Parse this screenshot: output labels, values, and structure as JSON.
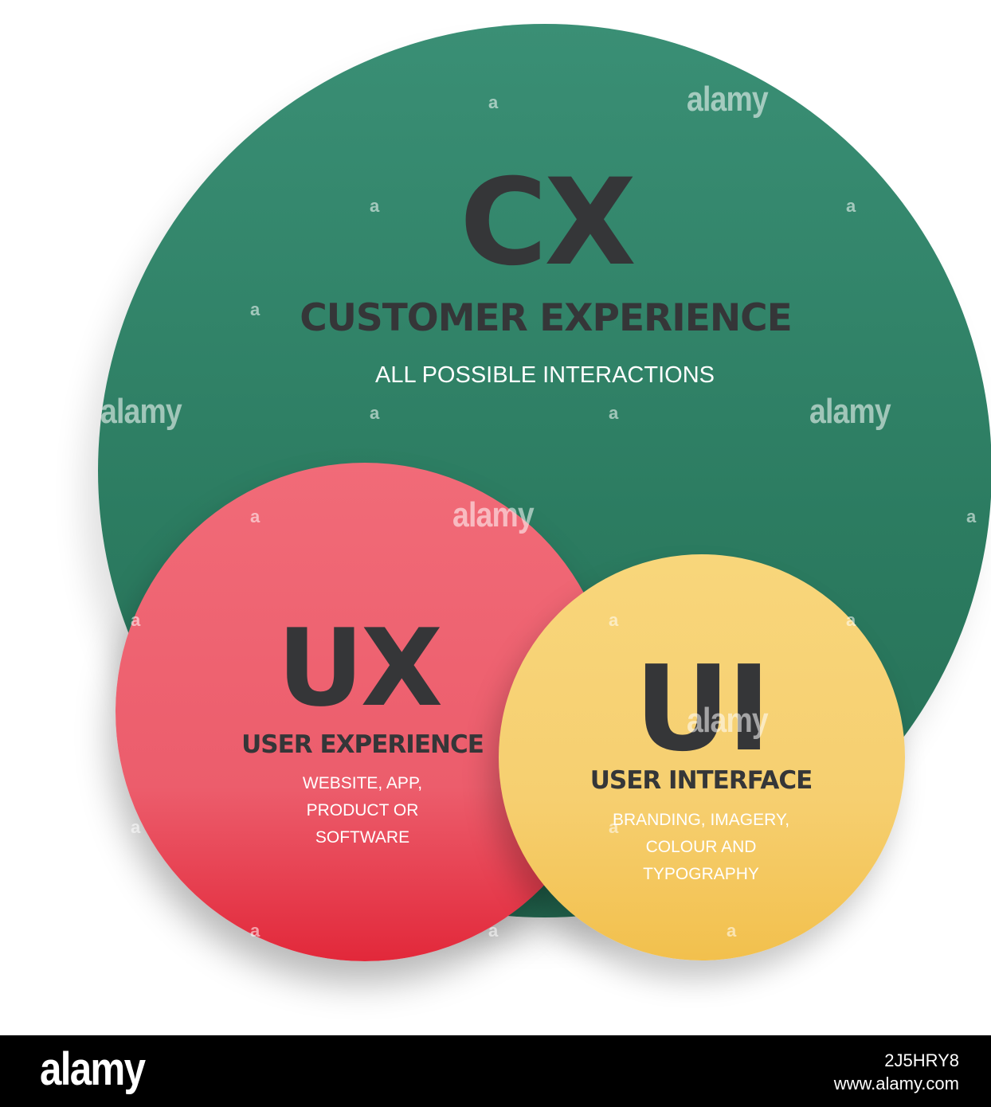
{
  "diagram": {
    "cx": {
      "abbr": "CX",
      "title": "CUSTOMER EXPERIENCE",
      "description": "ALL POSSIBLE INTERACTIONS",
      "color": "#2e7f65"
    },
    "ux": {
      "abbr": "UX",
      "title": "USER EXPERIENCE",
      "description_lines": [
        "WEBSITE, APP,",
        "PRODUCT OR",
        "SOFTWARE"
      ],
      "color": "#ec5e6d"
    },
    "ui": {
      "abbr": "UI",
      "title": "USER INTERFACE",
      "description_lines": [
        "BRANDING, IMAGERY,",
        "COLOUR AND",
        "TYPOGRAPHY"
      ],
      "color": "#f6cf70"
    }
  },
  "watermark": {
    "word": "alamy",
    "mark": "a"
  },
  "brand_bar": {
    "logo": "alamy",
    "image_id": "2J5HRY8",
    "site": "www.alamy.com"
  }
}
